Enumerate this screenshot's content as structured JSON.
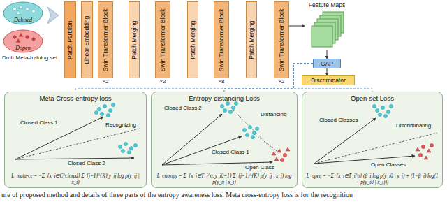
{
  "diagram": {
    "caption": "ure of proposed method and details of three parts of the entropy awareness loss. Meta cross-entropy loss is for the recognition",
    "nodes": [
      {
        "text": [
          "Dclosed"
        ]
      },
      {
        "text": [
          "Dopen"
        ]
      },
      {
        "text": [
          "Patch Partition"
        ]
      },
      {
        "text": [
          "Linear Embedding"
        ]
      },
      {
        "text": [
          "Swin Transformer Block"
        ]
      },
      {
        "text": [
          "Patch Merging"
        ]
      },
      {
        "text": [
          "Swin Transformer Block"
        ]
      },
      {
        "text": [
          "Patch Merging"
        ]
      },
      {
        "text": [
          "Swin Transformer Block"
        ]
      },
      {
        "text": [
          "Patch Merging"
        ]
      },
      {
        "text": [
          "Swin Transformer Block"
        ]
      },
      {
        "text": [
          "Feature Maps"
        ]
      },
      {
        "text": [
          "GAP"
        ]
      },
      {
        "text": [
          "Discriminator"
        ]
      },
      {
        "text": [
          "Meta Cross-entropy loss",
          "L_meta-ce = −Σ_{x_i∈C^closed} Σ_{j=1}^{K} y_ij log p(y_ij | x_i)"
        ]
      },
      {
        "text": [
          "Entropy-distancing Loss",
          "L_entropy = Σ_{x_i∈T_i^o, y_i0=1} Σ_{j=1}^{K} p(y_ij | x_i) log p(y_ij | x_i)"
        ]
      },
      {
        "text": [
          "Open-set Loss",
          "L_open = −Σ_{x_i∈T_i^o} (β_i log p(y_i0 | x_i) + (1−β_i) log(1 − p(y_i0 | x_i)))"
        ]
      }
    ],
    "edges": [
      {
        "from": 10,
        "to": 11,
        "arrow": "to"
      },
      {
        "from": 11,
        "to": 12,
        "arrow": "to"
      },
      {
        "from": 12,
        "to": 13,
        "arrow": "to"
      },
      {
        "from": 12,
        "to": 14,
        "arrow": "none"
      },
      {
        "from": 12,
        "to": 15,
        "arrow": "none"
      },
      {
        "from": 12,
        "to": 16,
        "arrow": "none"
      }
    ],
    "labels": [
      "Dmtr Meta-training set",
      "×2",
      "×2",
      "×8",
      "×2",
      "Closed Class 1",
      "Closed Class 2",
      "Recognizing",
      "Closed Class 2",
      "Closed Class 1",
      "Distancing",
      "Open Class",
      "Closed Classes",
      "Discriminating",
      "Open Classes"
    ]
  }
}
